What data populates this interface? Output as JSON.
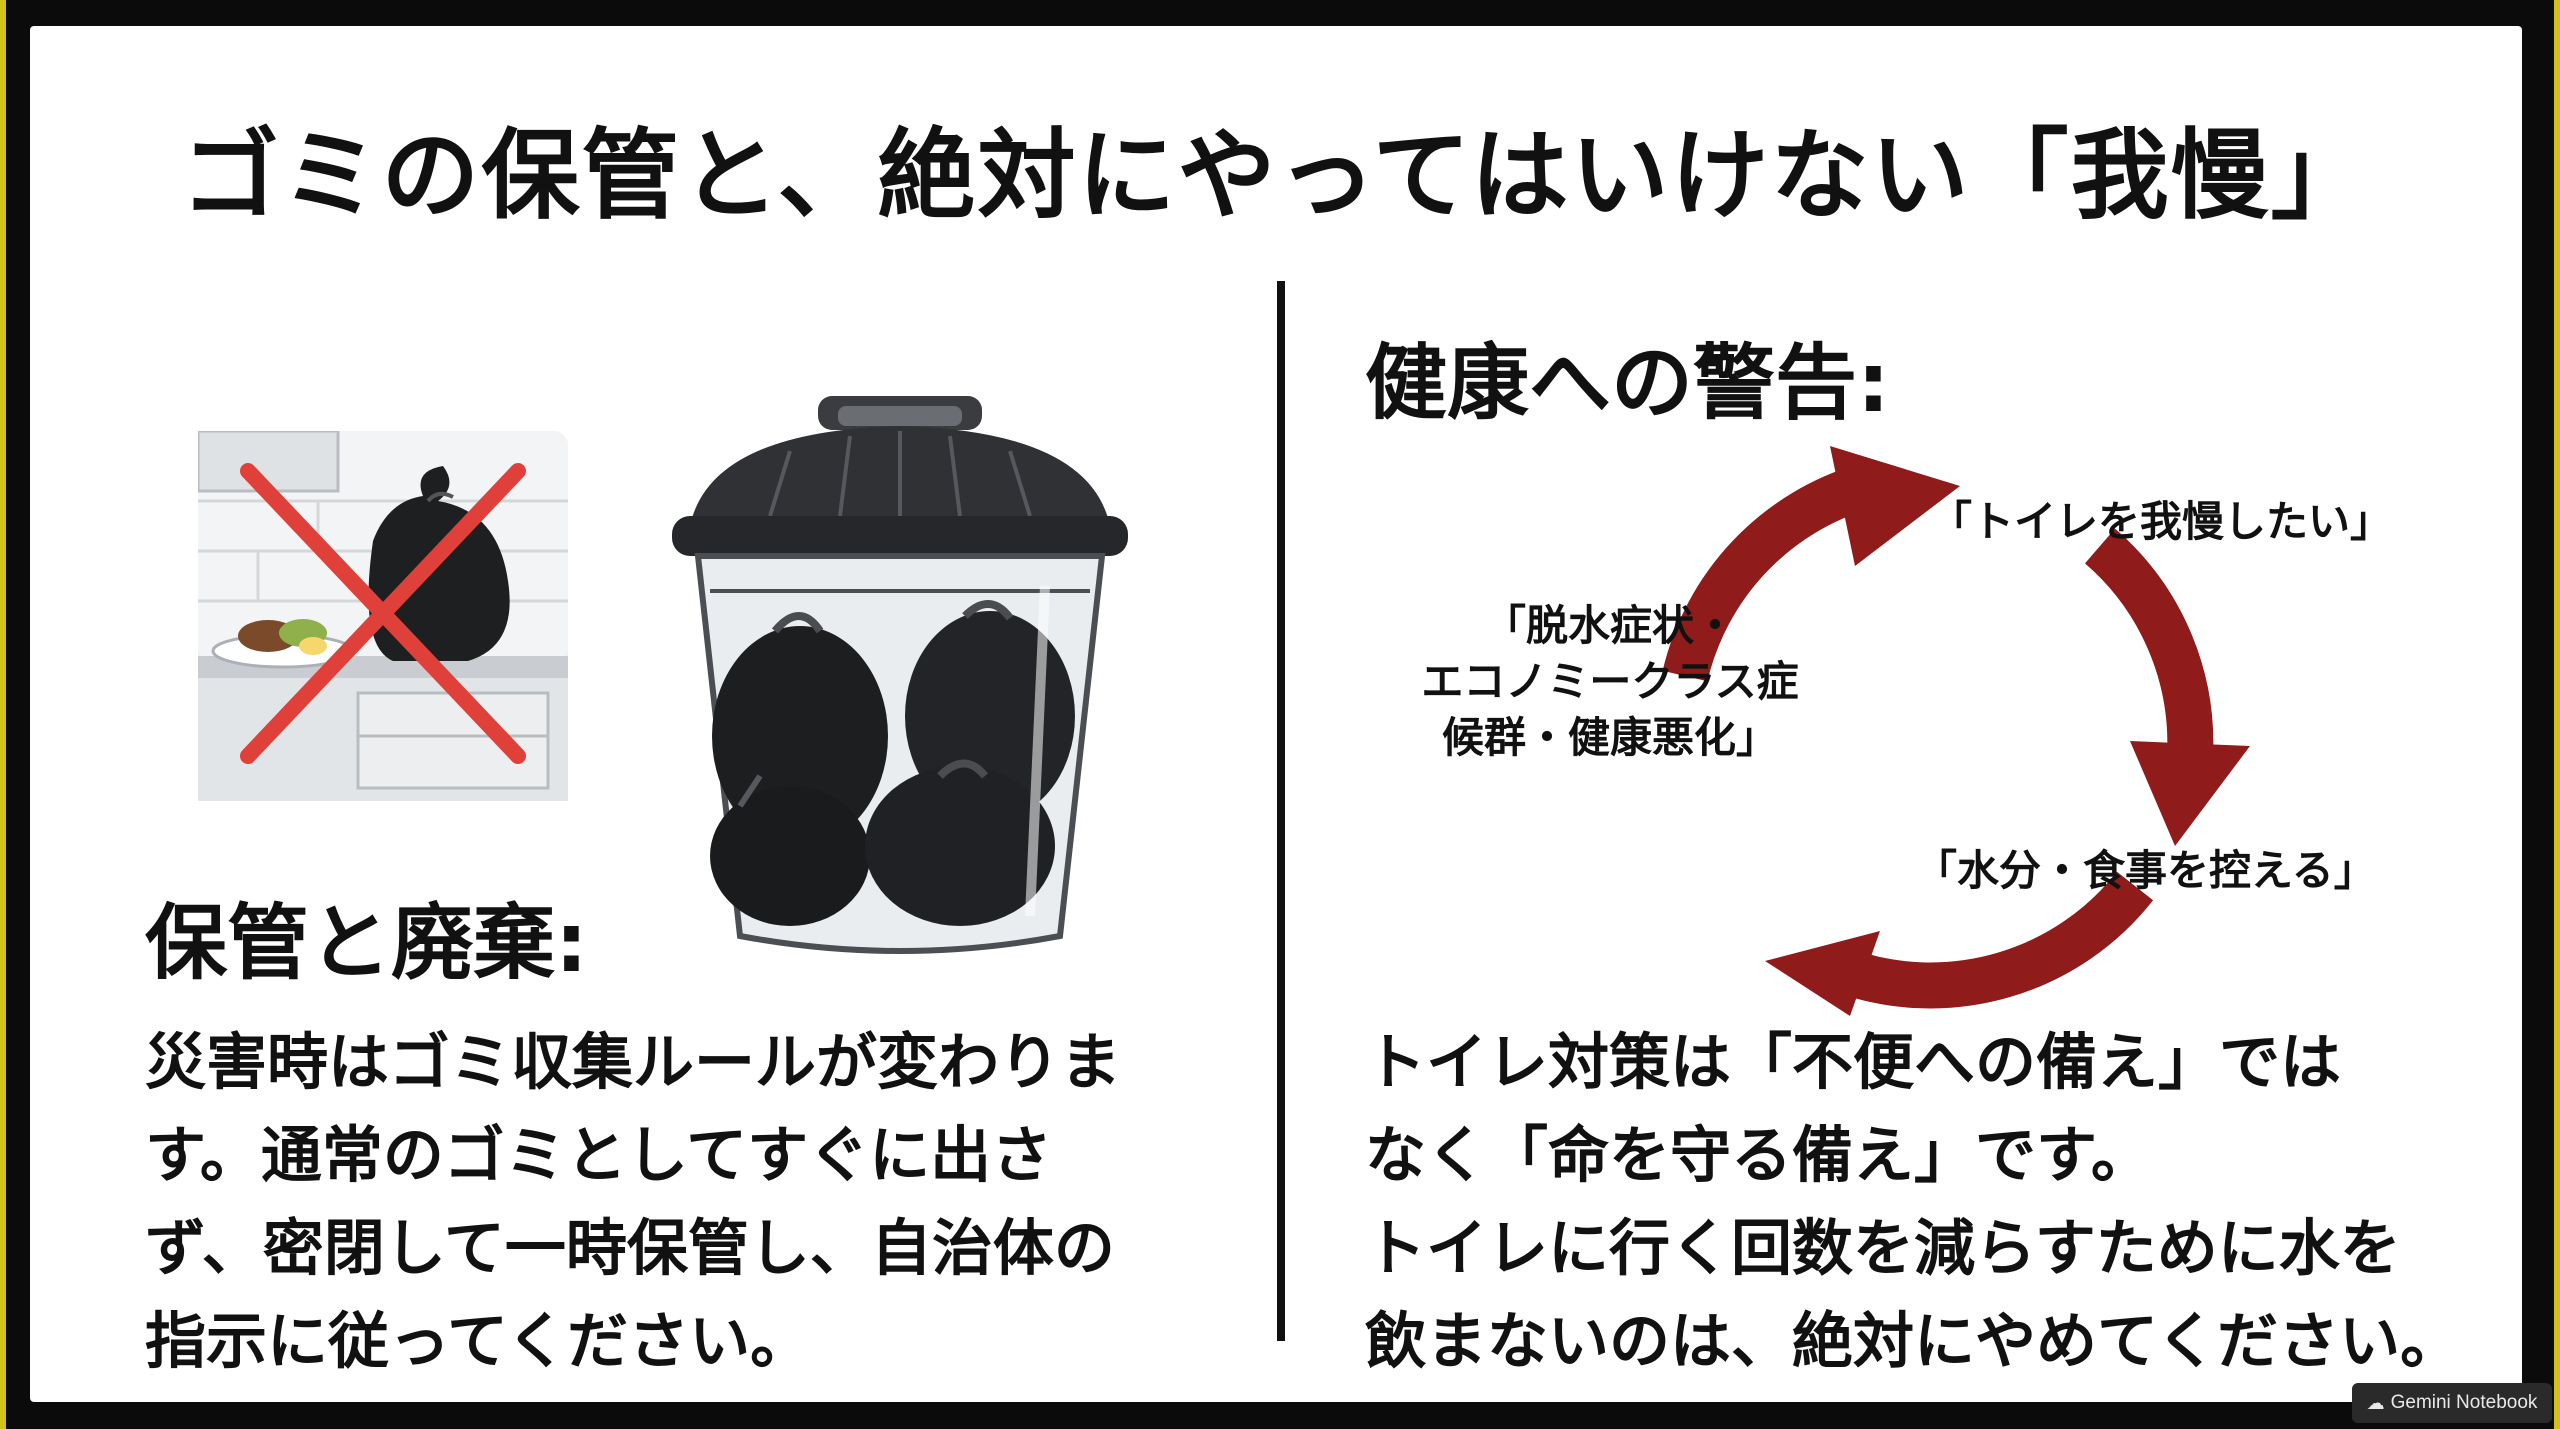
{
  "slide": {
    "title": "ゴミの保管と、絶対にやってはいけない「我慢」"
  },
  "left": {
    "heading": "保管と廃棄:",
    "body_lines": [
      "災害時はゴミ収集ルールが変わりま",
      "す。通常のゴミとしてすぐに出さ",
      "ず、密閉して一時保管し、自治体の",
      "指示に従ってください。"
    ]
  },
  "right": {
    "heading": "健康への警告:",
    "cycle": {
      "top": "「トイレを我慢したい」",
      "bottom": "「水分・食事を控える」",
      "left_lines": [
        "「脱水症状・",
        "エコノミークラス症",
        "候群・健康悪化」"
      ],
      "arrow_color": "#8f1b1b"
    },
    "body_lines": [
      "トイレ対策は「不便への備え」では",
      "なく「命を守る備え」です。",
      "トイレに行く回数を減らすために水を",
      "飲まないのは、絶対にやめてください。"
    ]
  },
  "badge": {
    "icon": "gemini-icon",
    "label": "Gemini Notebook"
  },
  "colors": {
    "frame": "#0b0b0b",
    "accent_edge": "#d4c21a",
    "cross": "#e0403a"
  }
}
